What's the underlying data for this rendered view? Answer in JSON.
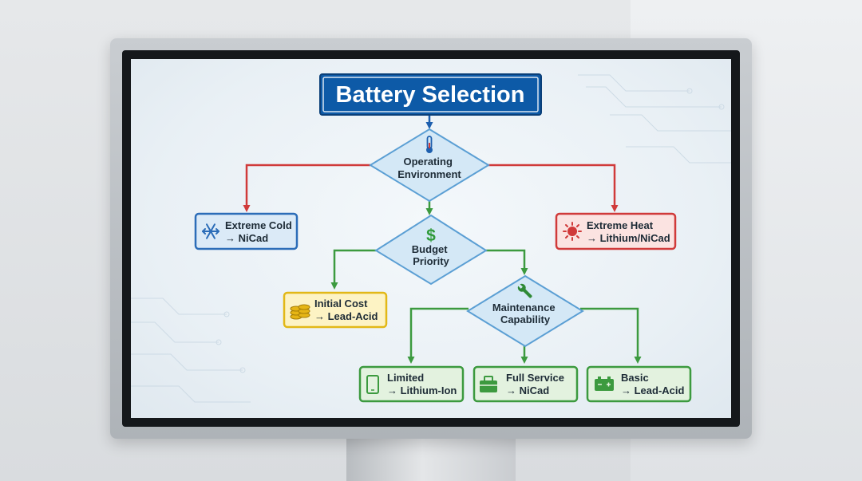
{
  "diagram": {
    "title": "Battery Selection",
    "decisions": {
      "environment": [
        "Operating",
        "Environment"
      ],
      "budget": [
        "Budget",
        "Priority"
      ],
      "maintenance": [
        "Maintenance",
        "Capability"
      ]
    },
    "outcomes": {
      "cold": [
        "Extreme Cold",
        "→ NiCad"
      ],
      "heat": [
        "Extreme Heat",
        "→ Lithium/NiCad"
      ],
      "initial_cost": [
        "Initial Cost",
        "→ Lead-Acid"
      ],
      "limited": [
        "Limited",
        "→ Lithium-Ion"
      ],
      "full_service": [
        "Full Service",
        "→ NiCad"
      ],
      "basic": [
        "Basic",
        "→ Lead-Acid"
      ]
    },
    "icons": {
      "environment": "thermometer-icon",
      "budget": "dollar-icon",
      "maintenance": "wrench-icon",
      "cold": "snowflake-icon",
      "heat": "sun-icon",
      "initial_cost": "coins-icon",
      "limited": "tablet-icon",
      "full_service": "toolbox-icon",
      "basic": "battery-icon"
    },
    "colors": {
      "title_fill": "#0d5aa7",
      "decision_fill": "#d4e8f6",
      "cold": "#2c6db8",
      "heat": "#d03a3a",
      "cost": "#e2b817",
      "green": "#3c9a3f",
      "blue_arrow": "#1d5fae"
    }
  }
}
